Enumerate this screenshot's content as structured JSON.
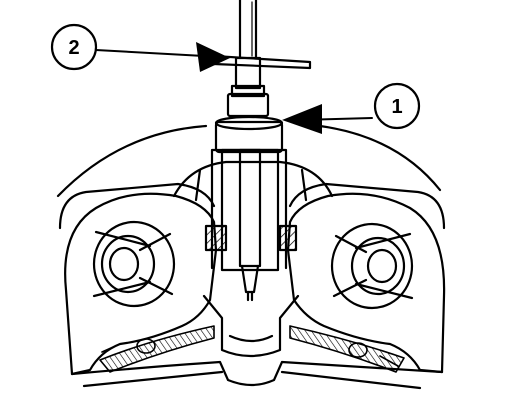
{
  "callouts": [
    {
      "number": "2",
      "points_to": "tool-tee-handle"
    },
    {
      "number": "1",
      "points_to": "tool-sleeve-collar"
    }
  ],
  "colors": {
    "ink": "#000000",
    "paper": "#ffffff"
  }
}
